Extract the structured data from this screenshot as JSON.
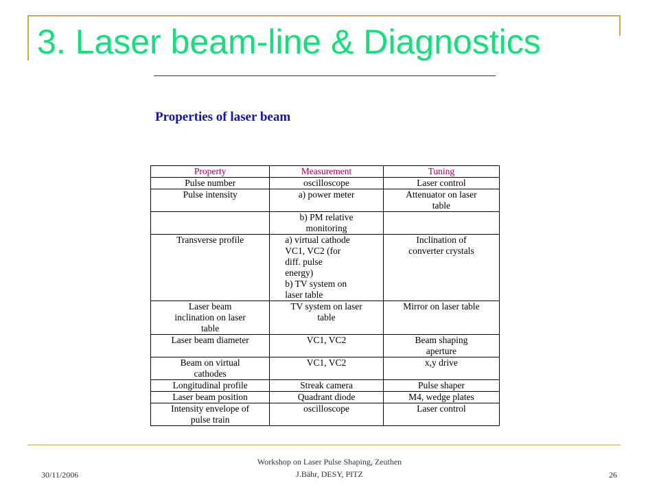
{
  "slide": {
    "title": "3. Laser beam-line & Diagnostics",
    "heading": "Properties of laser beam",
    "title_color": "#12e07a",
    "heading_color": "#1515a8",
    "header_text_color": "#a3005e",
    "frame_color": "#c7ab4e"
  },
  "table": {
    "headers": [
      "Property",
      "Measurement",
      "Tuning"
    ],
    "rows": [
      {
        "property": "Pulse number",
        "measurement": "oscilloscope",
        "tuning": "Laser control"
      },
      {
        "property": "Pulse intensity",
        "measurement": "a) power meter",
        "tuning": "Attenuator on laser\ntable"
      },
      {
        "property": "",
        "measurement": "b) PM relative\nmonitoring",
        "tuning": ""
      },
      {
        "property": "Transverse profile",
        "measurement": "a)  virtual cathode\n     VC1, VC2 (for\n     diff. pulse\n     energy)\nb) TV system on\n     laser table",
        "tuning": "Inclination of\nconverter crystals"
      },
      {
        "property": "Laser beam\ninclination on laser\ntable",
        "measurement": "TV system on laser\ntable",
        "tuning": "Mirror on laser table"
      },
      {
        "property": "Laser beam diameter",
        "measurement": "VC1, VC2",
        "tuning": "Beam shaping\naperture"
      },
      {
        "property": "Beam on virtual\ncathodes",
        "measurement": "VC1, VC2",
        "tuning": "x,y drive"
      },
      {
        "property": "Longitudinal profile",
        "measurement": "Streak camera",
        "tuning": "Pulse shaper"
      },
      {
        "property": "Laser beam position",
        "measurement": "Quadrant diode",
        "tuning": "M4, wedge plates"
      },
      {
        "property": "Intensity envelope of\npulse train",
        "measurement": "oscilloscope",
        "tuning": "Laser control"
      }
    ]
  },
  "footer": {
    "date": "30/11/2006",
    "event_line1": "Workshop on Laser Pulse Shaping, Zeuthen",
    "event_line2": "J.Bähr, DESY, PITZ",
    "page_number": "26"
  }
}
